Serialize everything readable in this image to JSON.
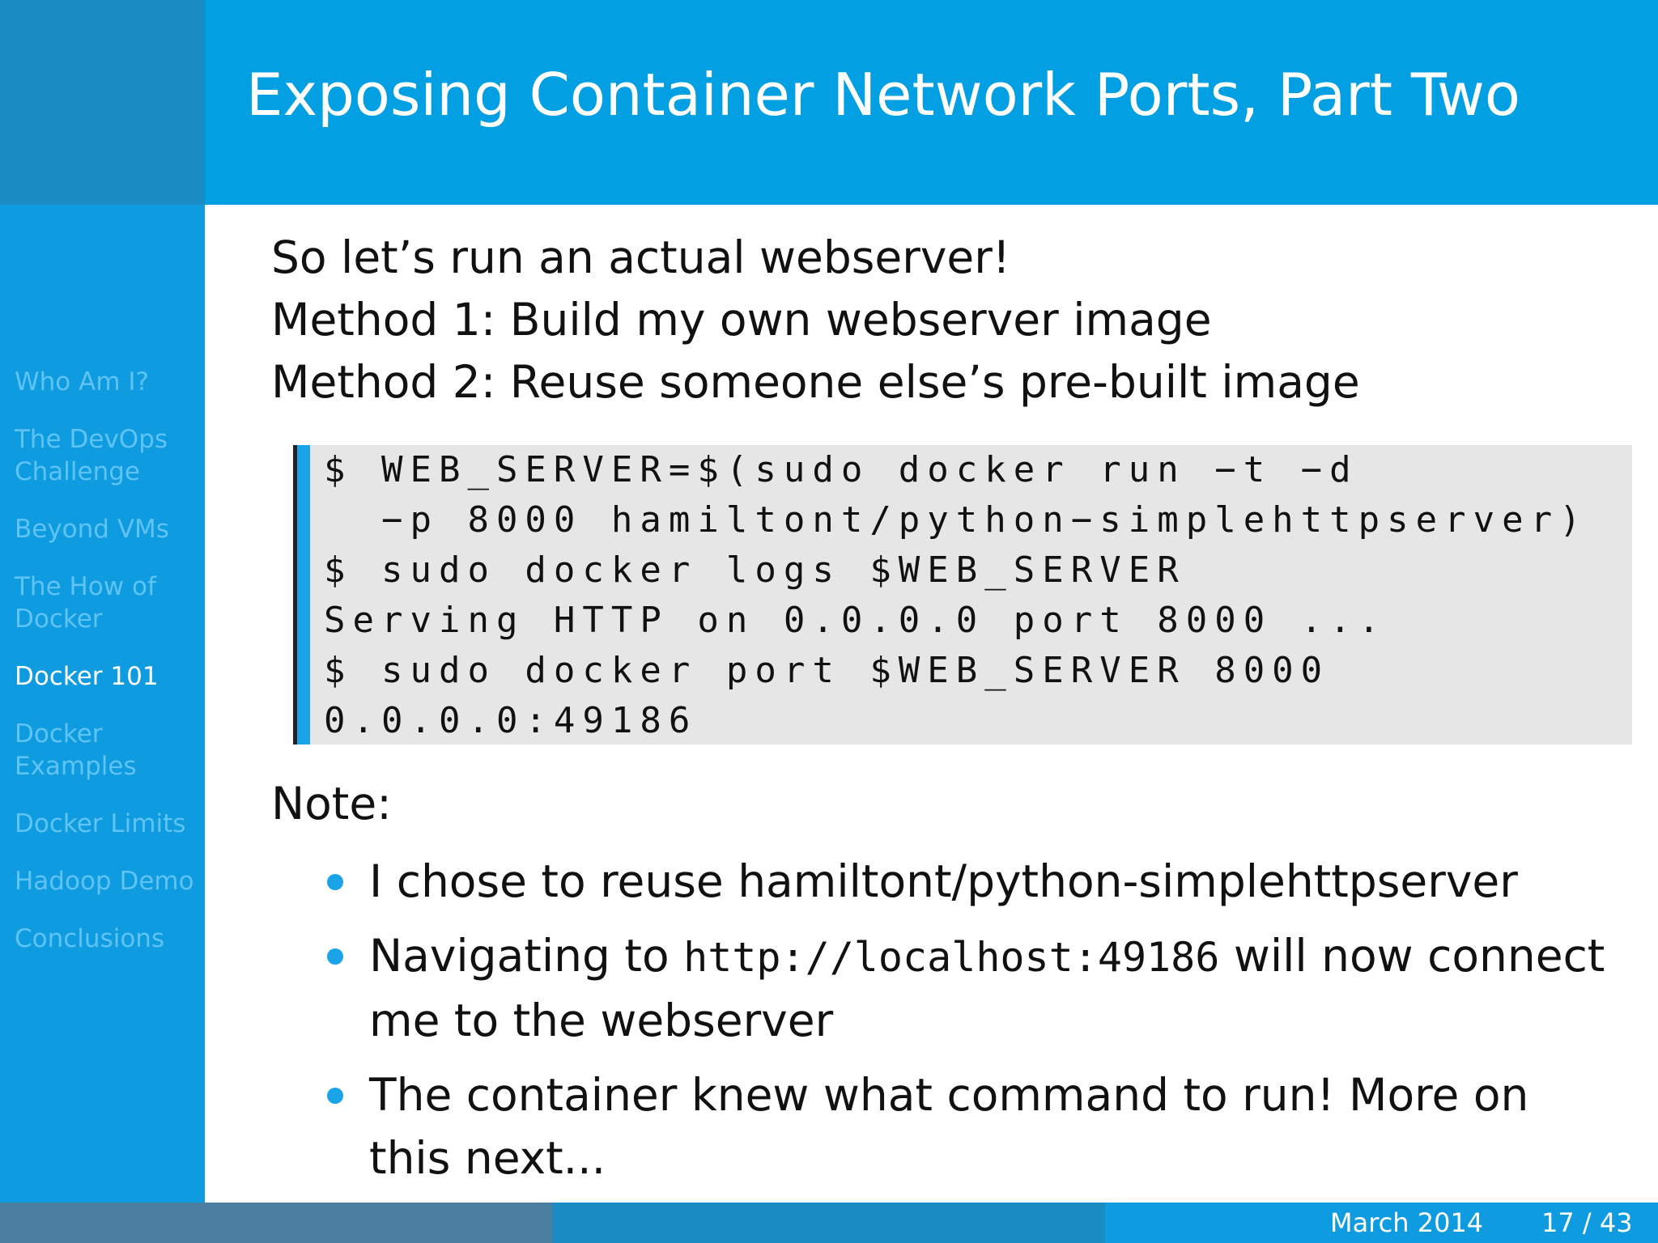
{
  "slide": {
    "title": "Exposing Container Network Ports, Part Two"
  },
  "sidebar": {
    "items": [
      "Who Am I?",
      "The DevOps Challenge",
      "Beyond VMs",
      "The How of Docker",
      "Docker 101",
      "Docker Examples",
      "Docker Limits",
      "Hadoop Demo",
      "Conclusions"
    ],
    "active": "Docker 101"
  },
  "content": {
    "intro": [
      "So let’s run an actual webserver!",
      "Method 1: Build my own webserver image",
      "Method 2: Reuse someone else’s pre-built image"
    ],
    "code": [
      "$ WEB_SERVER=$(sudo docker run −t −d",
      "  −p 8000 hamiltont/python−simplehttpserver)",
      "$ sudo docker logs $WEB_SERVER",
      "Serving HTTP on 0.0.0.0 port 8000 ...",
      "$ sudo docker port $WEB_SERVER 8000",
      "0.0.0.0:49186"
    ],
    "note_label": "Note:",
    "bullets": {
      "b1": "I chose to reuse hamiltont/python-simplehttpserver",
      "b2_pre": "Navigating to ",
      "b2_url": "http://localhost:49186",
      "b2_post": " will now connect me to the webserver",
      "b3": "The container knew what command to run!  More on this next..."
    }
  },
  "footer": {
    "date": "March 2014",
    "page": "17 / 43"
  },
  "colors": {
    "header": "#039fe3",
    "sidebar": "#0e9be0",
    "sidebar_top": "#1b8cc3",
    "nav_inactive": "#5fc3f3",
    "accent": "#1aa3e6",
    "code_bg": "#e6e6e6"
  }
}
